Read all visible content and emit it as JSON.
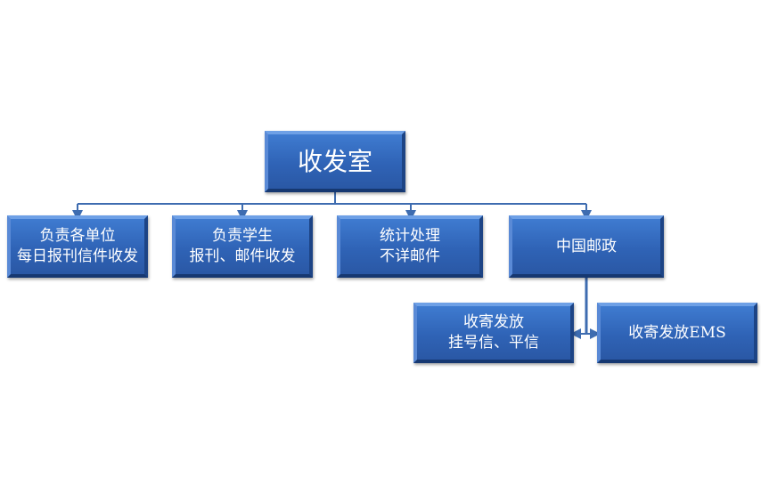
{
  "diagram": {
    "root": {
      "label": "收发室"
    },
    "level1": [
      {
        "line1": "负责各单位",
        "line2": "每日报刊信件收发"
      },
      {
        "line1": "负责学生",
        "line2": "报刊、邮件收发"
      },
      {
        "line1": "统计处理",
        "line2": "不详邮件"
      },
      {
        "line1": "中国邮政",
        "line2": ""
      }
    ],
    "level2": [
      {
        "line1": "收寄发放",
        "line2": "挂号信、平信"
      },
      {
        "line1": "收寄发放EMS",
        "line2": ""
      }
    ]
  },
  "colors": {
    "box_fill": "#2f63b6",
    "box_text": "#ffffff",
    "connector": "#3e6cb0"
  }
}
